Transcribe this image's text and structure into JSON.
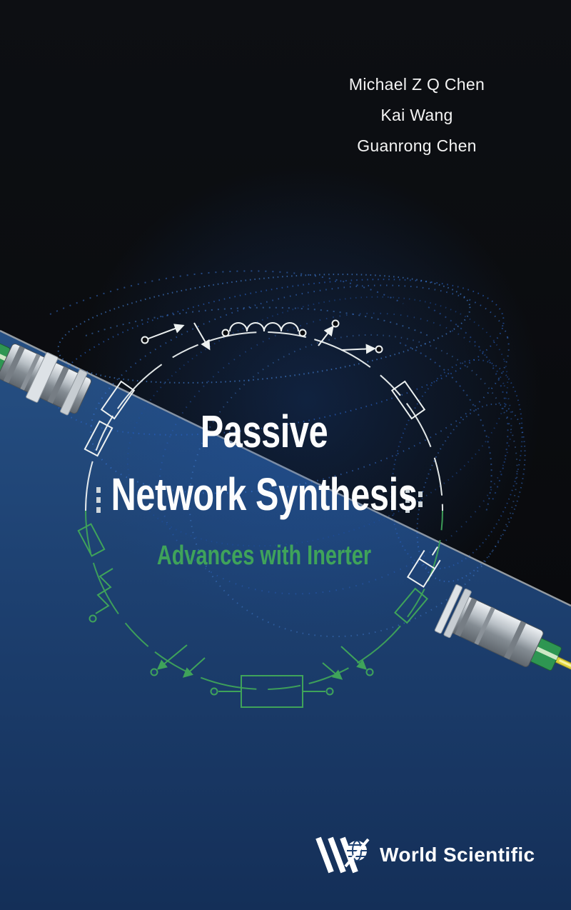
{
  "cover": {
    "authors": [
      "Michael Z Q Chen",
      "Kai Wang",
      "Guanrong Chen"
    ],
    "title_line1": "Passive",
    "title_line2": "Network Synthesis",
    "subtitle": "Advances with Inerter",
    "publisher": "World Scientific"
  },
  "colors": {
    "background_top": "#0a0b0e",
    "background_bottom": "#1d4070",
    "divider_line": "#aeb6bd",
    "title_text": "#fdfdfd",
    "subtitle_text": "#3fa35a",
    "circuit_top": "#edf1f1",
    "circuit_bottom": "#3fa35a",
    "mesh_blue": "#2f6fd0",
    "device_green": "#2e9652",
    "device_rod_yellow": "#ded23c",
    "publisher_text": "#ffffff"
  },
  "icons": {
    "artwork": "circuit-ring-graphic",
    "mesh": "particle-mesh-graphic",
    "left_device": "inerter-device-left-icon",
    "right_device": "inerter-device-right-icon",
    "publisher_logo": "world-scientific-globe-icon"
  }
}
